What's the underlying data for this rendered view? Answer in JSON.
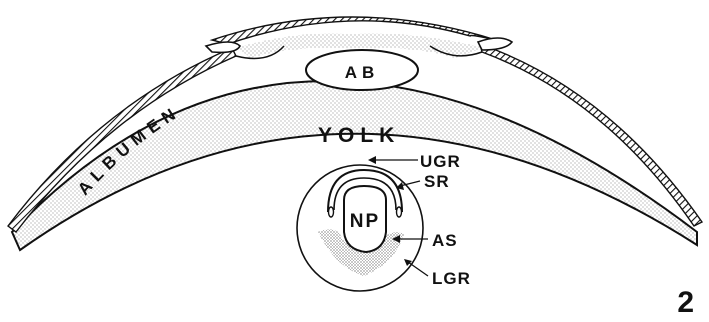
{
  "figure_number": "2",
  "labels": {
    "albumen": "ALBUMEN",
    "ab": "AB",
    "yolk": "YOLK",
    "ugr": "UGR",
    "sr": "SR",
    "np": "NP",
    "as": "AS",
    "lgr": "LGR"
  },
  "colors": {
    "ink": "#111111",
    "stipple": "#8a8a8a",
    "background": "#ffffff"
  }
}
